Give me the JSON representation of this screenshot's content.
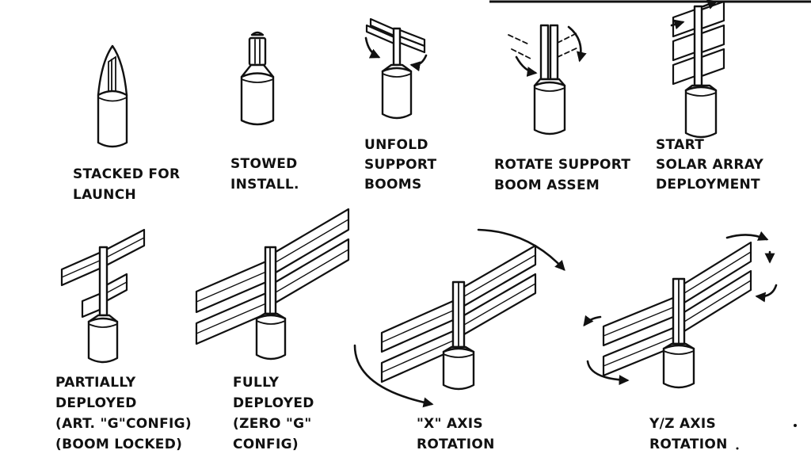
{
  "stages": [
    {
      "id": "stacked",
      "lines": [
        "STACKED FOR",
        "LAUNCH"
      ]
    },
    {
      "id": "stowed",
      "lines": [
        "STOWED",
        "INSTALL."
      ]
    },
    {
      "id": "unfold",
      "lines": [
        "UNFOLD",
        "SUPPORT",
        "BOOMS"
      ]
    },
    {
      "id": "rotate",
      "lines": [
        "ROTATE SUPPORT",
        "BOOM  ASSEM"
      ]
    },
    {
      "id": "start",
      "lines": [
        "START",
        "SOLAR ARRAY",
        "DEPLOYMENT"
      ]
    },
    {
      "id": "partial",
      "lines": [
        "PARTIALLY",
        "DEPLOYED",
        "(ART. \"G\"CONFIG)",
        "(BOOM LOCKED)"
      ]
    },
    {
      "id": "full",
      "lines": [
        "FULLY",
        "DEPLOYED",
        "(ZERO \"G\"",
        "CONFIG)"
      ]
    },
    {
      "id": "xaxis",
      "lines": [
        "\"X\" AXIS",
        "ROTATION"
      ]
    },
    {
      "id": "yzaxis",
      "lines": [
        "Y/Z AXIS",
        "ROTATION"
      ]
    }
  ]
}
